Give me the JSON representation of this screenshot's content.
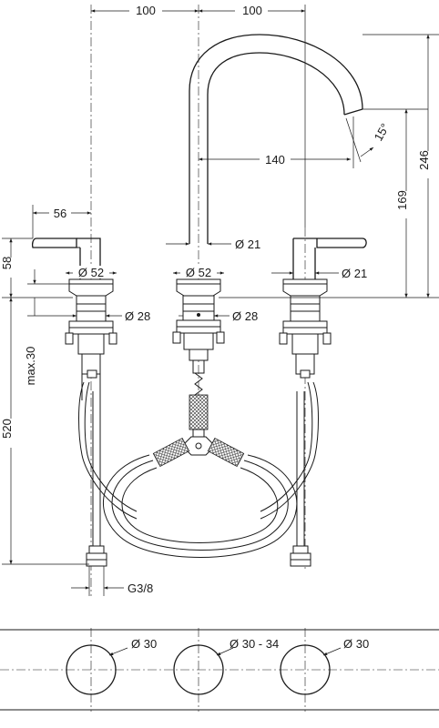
{
  "dimensions": {
    "spacing_left": "100",
    "spacing_right": "100",
    "handle_reach": "56",
    "handle_height": "58",
    "spout_reach": "140",
    "spout_height": "169",
    "total_height": "246",
    "spout_angle": "15°",
    "spout_diameter": "Ø 21",
    "handle_diameter": "Ø 21",
    "base_left": "Ø 52",
    "base_center": "Ø 52",
    "thread_left": "Ø 28",
    "thread_center": "Ø 28",
    "max_thickness": "max.30",
    "hose_length": "520",
    "connection": "G3/8",
    "hole_left": "Ø 30",
    "hole_center": "Ø 30 - 34",
    "hole_right": "Ø 30"
  }
}
